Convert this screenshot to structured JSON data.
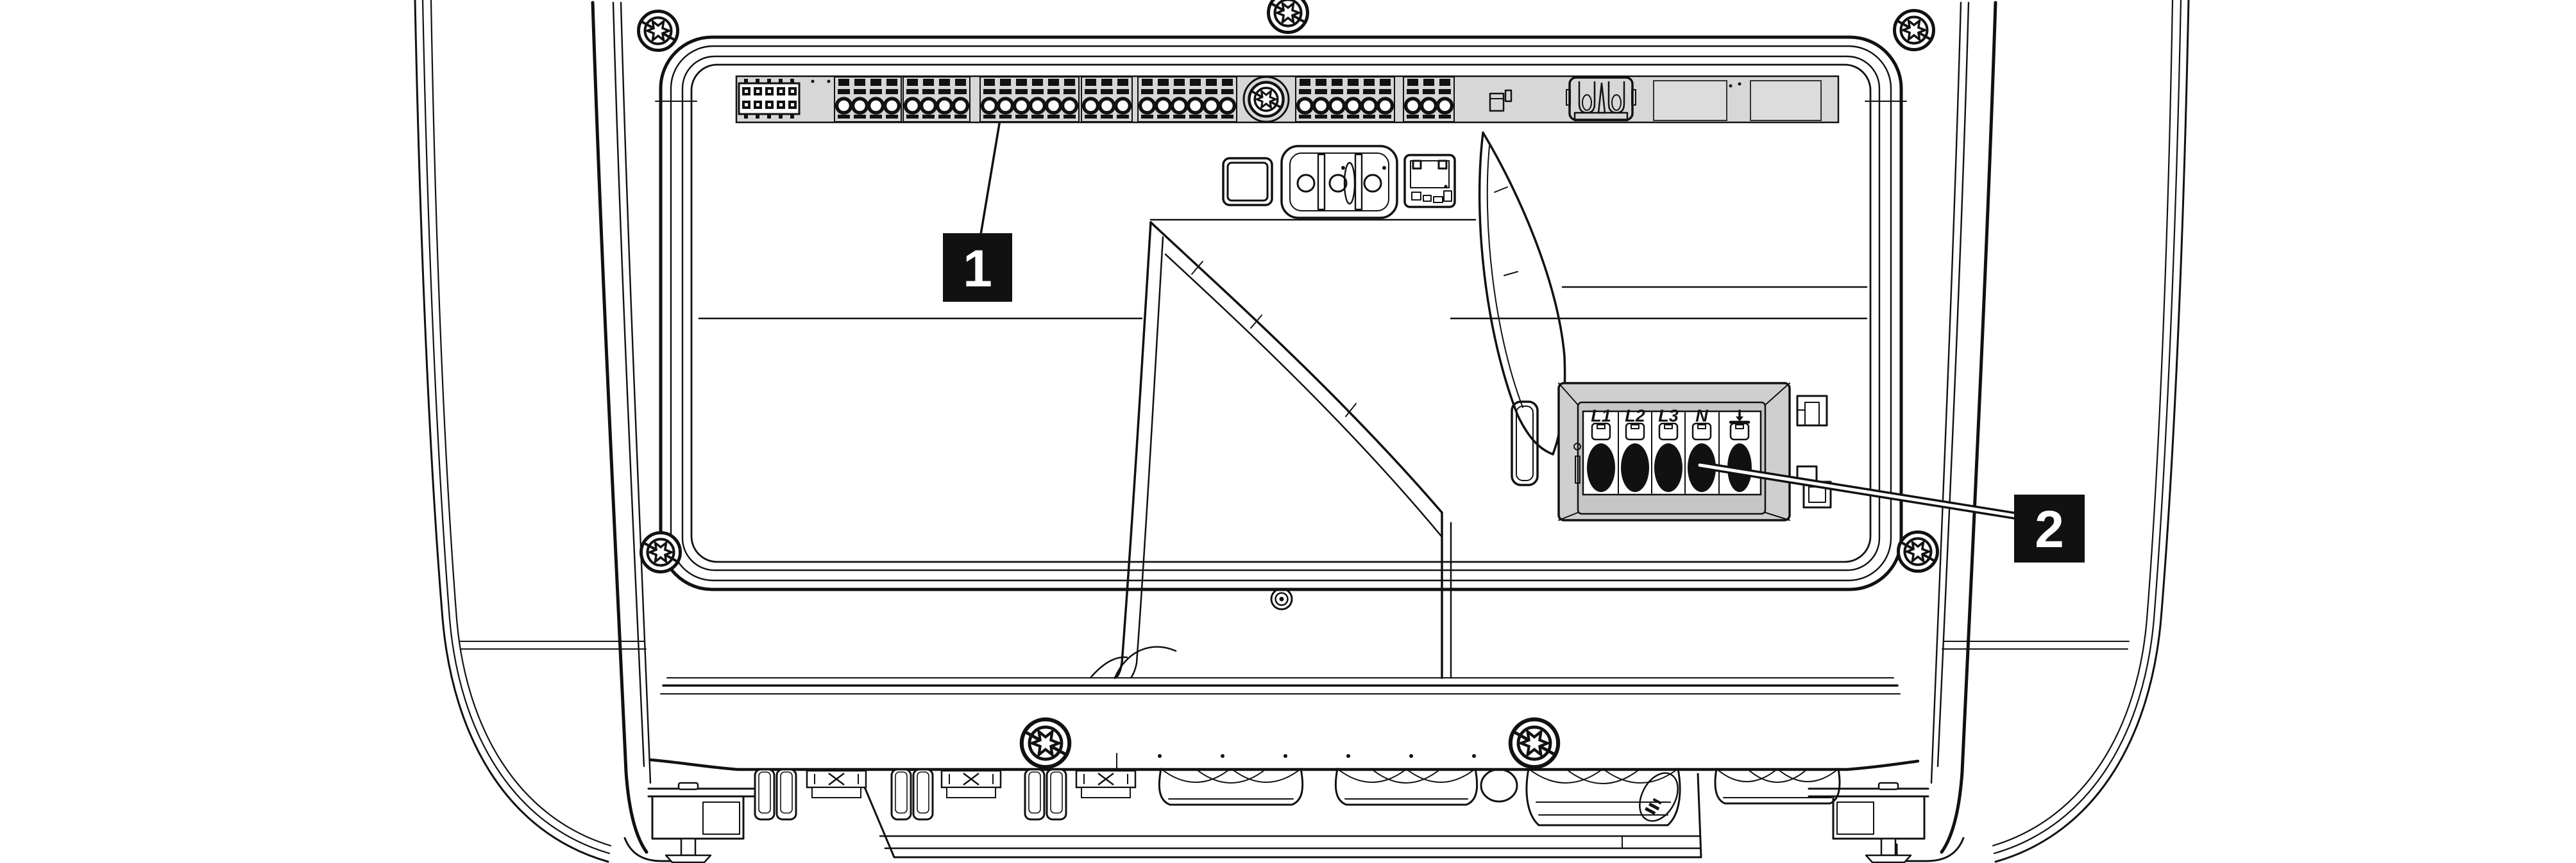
{
  "figure": {
    "kind": "technical-line-drawing",
    "callouts": [
      {
        "label": "1"
      },
      {
        "label": "2"
      }
    ],
    "ac_block": {
      "labels": [
        "L1",
        "L2",
        "L3",
        "N"
      ],
      "ground_icon": "earth-symbol"
    },
    "icons": {
      "screws": "torx-screw-icon",
      "network": "rj45-port-icon",
      "ground": "earth-symbol-icon"
    },
    "colors": {
      "line": "#111111",
      "background": "#ffffff",
      "panel_gray": "#d7d7d7",
      "block_gray": "#cfcfcf",
      "callout_bg": "#111111",
      "callout_text": "#ffffff"
    }
  }
}
